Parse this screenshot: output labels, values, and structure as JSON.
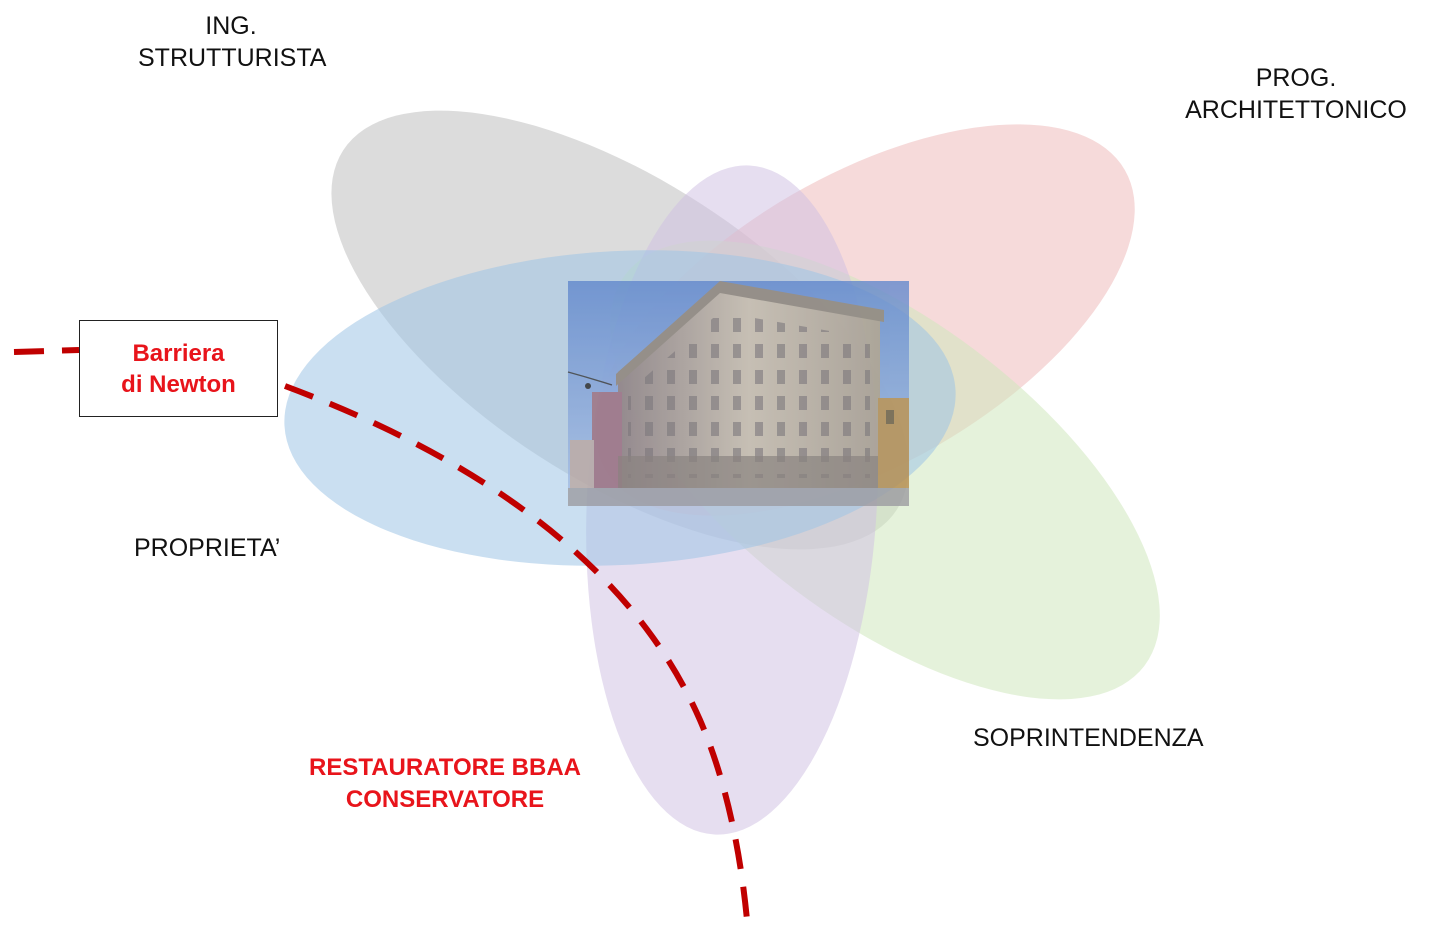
{
  "diagram": {
    "stakeholders": [
      {
        "id": "structural",
        "lines": [
          "ING.",
          "STRUTTURISTA"
        ],
        "color": "#cfcfcf"
      },
      {
        "id": "architect",
        "lines": [
          "PROG.",
          "ARCHITETTONICO"
        ],
        "color": "#f3c9c9"
      },
      {
        "id": "owner",
        "lines": [
          "PROPRIETA’"
        ],
        "color": "#a9cbe8"
      },
      {
        "id": "superintendence",
        "lines": [
          "SOPRINTENDENZA"
        ],
        "color": "#d9edc9"
      },
      {
        "id": "restorer",
        "lines": [
          "RESTAURATORE BBAA",
          "CONSERVATORE"
        ],
        "color": "#d8cbe6"
      }
    ],
    "barrier": {
      "lines": [
        "Barriera",
        "di Newton"
      ],
      "color": "#c00000"
    },
    "center_image": {
      "icon": "building-photo",
      "sky_color": "#5a80c4",
      "facade_color": "#c8b8a3"
    }
  }
}
